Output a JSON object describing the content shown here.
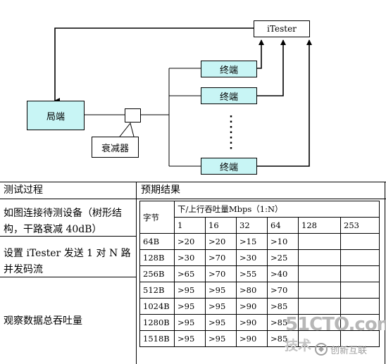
{
  "diagram": {
    "itester": "iTester",
    "local_end": "局端",
    "attenuator": "衰减器",
    "terminal_1": "终端",
    "terminal_2": "终端",
    "terminal_n": "终端"
  },
  "table": {
    "header_process": "测试过程",
    "header_expected": "预期结果",
    "step_1": "如图连接待测设备（树形结构，干路衰减 40dB）",
    "step_1_line1": "如图连接待测设备（树形结",
    "step_1_line2": "构，干路衰减 40dB）",
    "step_2_line1": "设置 iTester 发送 1 对 N 路",
    "step_2_line2": "并发码流",
    "step_3": "观察数据总吞吐量"
  },
  "results": {
    "byte_header": "字节",
    "throughput_header": "下/上行吞吐量Mbps（1:N）",
    "columns": [
      "1",
      "16",
      "32",
      "64",
      "128",
      "253"
    ],
    "rows": [
      {
        "size": "64B",
        "values": [
          ">20",
          ">20",
          ">15",
          ">10",
          "",
          ""
        ]
      },
      {
        "size": "128B",
        "values": [
          ">30",
          ">70",
          ">30",
          ">25",
          "",
          ""
        ]
      },
      {
        "size": "256B",
        "values": [
          ">65",
          ">70",
          ">55",
          ">40",
          "",
          ""
        ]
      },
      {
        "size": "512B",
        "values": [
          ">95",
          ">95",
          ">80",
          ">70",
          "",
          ""
        ]
      },
      {
        "size": "1024B",
        "values": [
          ">95",
          ">95",
          ">90",
          ">85",
          "",
          ""
        ]
      },
      {
        "size": "1280B",
        "values": [
          ">95",
          ">95",
          ">90",
          ">85",
          "",
          ""
        ]
      },
      {
        "size": "1518B",
        "values": [
          ">95",
          ">95",
          ">90",
          ">85",
          "",
          ""
        ]
      }
    ]
  },
  "watermark": {
    "site": "51CTO.com",
    "sub": "技术",
    "logo2": "创新互联"
  },
  "colors": {
    "box_fill": "#c8f5f5",
    "line": "#000000",
    "watermark": "#b7b7b7"
  }
}
